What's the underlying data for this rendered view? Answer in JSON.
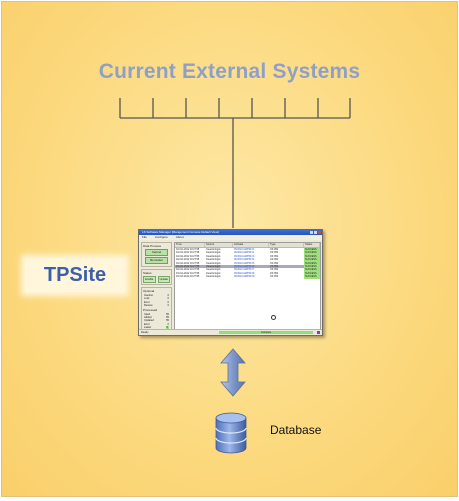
{
  "title": "Current External Systems",
  "tpsite_label": "TPSite",
  "database_label": "Database",
  "colors": {
    "background": "#fcd97e",
    "title": "#8ea0c8",
    "tpsite_text": "#3d5fa8",
    "connector": "#555555",
    "arrow": "#7e97c9",
    "database": "#6d8fd0"
  },
  "app_window": {
    "title": "LS Software Manager  [Mangement Console Default View]",
    "menu": [
      "File",
      "Configure",
      "About"
    ],
    "panels": {
      "data_process": {
        "heading": "Data Process",
        "buttons": [
          "Cancel",
          "Reminder"
        ]
      },
      "status": {
        "heading": "Status",
        "buttons": [
          "Enable",
          "Update"
        ]
      },
      "details": {
        "heading": "Optional",
        "rows": [
          {
            "k": "Inactive",
            "v": "0"
          },
          {
            "k": "Lock",
            "v": "0"
          },
          {
            "k": "Error",
            "v": "0"
          },
          {
            "k": "Review",
            "v": "0"
          }
        ],
        "heading2": "Processed",
        "rows2": [
          {
            "k": "Used",
            "v": "55"
          },
          {
            "k": "Added",
            "v": "55"
          },
          {
            "k": "Updated",
            "v": "55"
          },
          {
            "k": "Error",
            "v": "0"
          },
          {
            "k": "Latest",
            "v": "0"
          }
        ]
      }
    },
    "grid": {
      "headers": [
        "Time",
        "Source",
        "Activate",
        "Type",
        "Status"
      ],
      "rows": [
        [
          "04-Oct-2012 10:27:55",
          "Clearinnings1",
          "09:0024 AM/PM 01",
          "OK 952",
          "SUCCESS"
        ],
        [
          "04-Oct-2012 10:27:55",
          "Clearinnings1",
          "09:0024 AM/PM 02",
          "OK 952",
          "SUCCESS"
        ],
        [
          "04-Oct-2012 10:27:55",
          "Clearinnings1",
          "09:0024 AM/PM 03",
          "OK 952",
          "SUCCESS"
        ],
        [
          "04-Oct-2012 10:27:55",
          "Clearinnings1",
          "09:0024 AM/PM 04",
          "OK 952",
          "SUCCESS"
        ],
        [
          "04-Oct-2012 10:27:55",
          "Clearinnings1",
          "09:0024 AM/PM 05",
          "OK 952",
          "SUCCESS"
        ],
        [
          "04-Oct-2012 10:27:55",
          "Clearinnings1",
          "09:0024 AM/PM 06",
          "OK 952",
          "SUCCESS"
        ],
        [
          "04-Oct-2012 10:27:55",
          "Clearinnings1",
          "09:0024 AM/PM 07",
          "OK 952",
          "SUCCESS"
        ],
        [
          "04-Oct-2012 10:27:55",
          "Clearinnings1",
          "09:0024 AM/PM 08",
          "OK 952",
          "SUCCESS"
        ],
        [
          "04-Oct-2012 10:27:55",
          "Clearinnings1",
          "09:0024 AM/PM 09",
          "OK 952",
          "SUCCESS"
        ]
      ],
      "selected_row": 5
    },
    "status_bar": {
      "left": "Ready",
      "progress_text": "Complete"
    }
  }
}
